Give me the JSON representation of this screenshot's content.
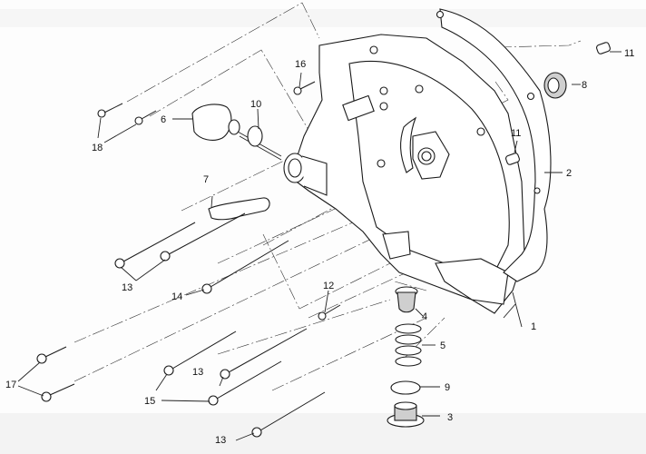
{
  "diagram": {
    "subject": "crankcase-cover-exploded-view",
    "labels": [
      {
        "id": "p1",
        "text": "1"
      },
      {
        "id": "p2",
        "text": "2"
      },
      {
        "id": "p3",
        "text": "3"
      },
      {
        "id": "p4",
        "text": "4"
      },
      {
        "id": "p5",
        "text": "5"
      },
      {
        "id": "p6",
        "text": "6"
      },
      {
        "id": "p7",
        "text": "7"
      },
      {
        "id": "p8",
        "text": "8"
      },
      {
        "id": "p9",
        "text": "9"
      },
      {
        "id": "p10",
        "text": "10"
      },
      {
        "id": "p11a",
        "text": "11"
      },
      {
        "id": "p11b",
        "text": "11"
      },
      {
        "id": "p12",
        "text": "12"
      },
      {
        "id": "p13a",
        "text": "13"
      },
      {
        "id": "p13b",
        "text": "13"
      },
      {
        "id": "p13c",
        "text": "13"
      },
      {
        "id": "p14",
        "text": "14"
      },
      {
        "id": "p15",
        "text": "15"
      },
      {
        "id": "p16",
        "text": "16"
      },
      {
        "id": "p17",
        "text": "17"
      },
      {
        "id": "p18",
        "text": "18"
      }
    ],
    "colors": {
      "ink": "#1a1a1a",
      "paper": "#fdfdfd",
      "shade": "#cfcfcf"
    }
  }
}
